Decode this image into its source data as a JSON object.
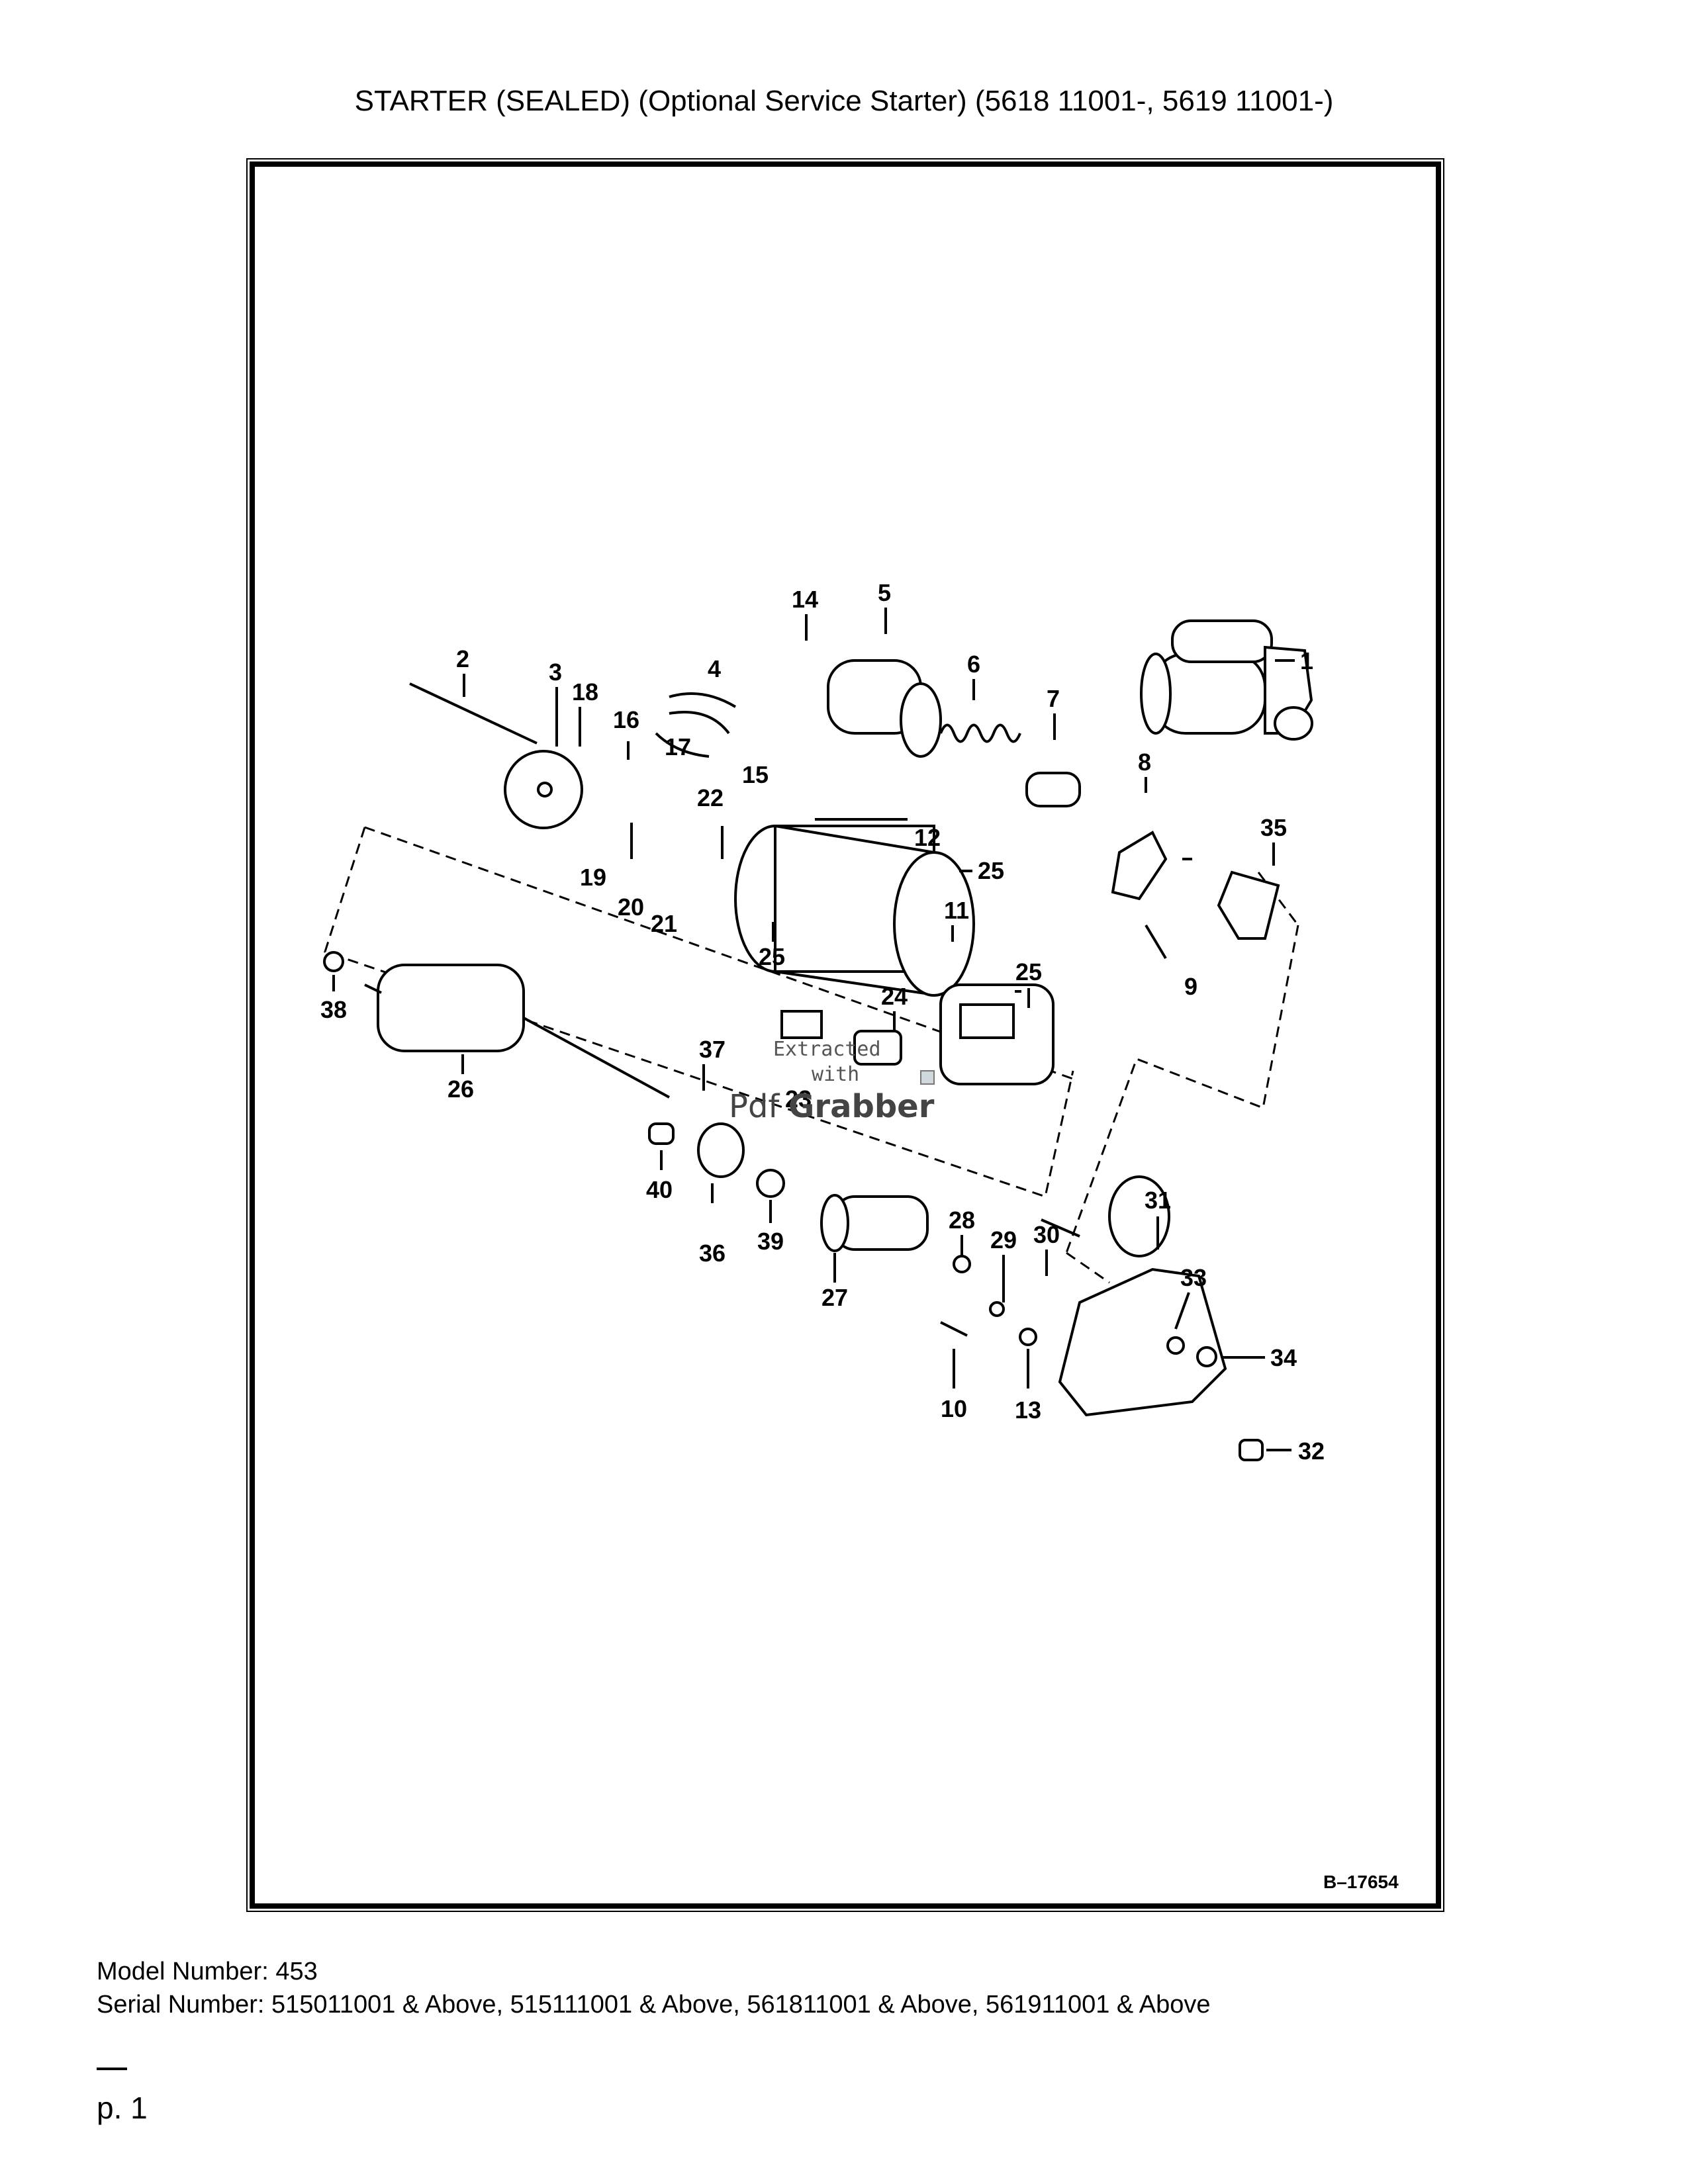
{
  "page": {
    "title": "STARTER (SEALED) (Optional Service Starter) (5618 11001-, 5619 11001-)",
    "model_number": "Model Number: 453",
    "serial_number": "Serial Number: 515011001 & Above, 515111001 & Above, 561811001 & Above, 561911001 & Above",
    "page_label": "p. 1"
  },
  "diagram": {
    "reference": "B–17654",
    "watermark": {
      "line1": "Extracted",
      "line2": "with",
      "brand_pdf": "Pdf",
      "brand_grabber": "Grabber",
      "icon": "pdfgrabber-logo-icon"
    },
    "callouts": {
      "c1": "1",
      "c2": "2",
      "c3": "3",
      "c4": "4",
      "c5": "5",
      "c6": "6",
      "c7": "7",
      "c8": "8",
      "c9": "9",
      "c10": "10",
      "c11": "11",
      "c12": "12",
      "c13": "13",
      "c14": "14",
      "c15": "15",
      "c16": "16",
      "c17": "17",
      "c18": "18",
      "c19": "19",
      "c20": "20",
      "c21": "21",
      "c22": "22",
      "c23": "23",
      "c24": "24",
      "c25a": "25",
      "c25b": "25",
      "c25c": "25",
      "c26": "26",
      "c27": "27",
      "c28": "28",
      "c29": "29",
      "c30": "30",
      "c31": "31",
      "c32": "32",
      "c33": "33",
      "c34": "34",
      "c35": "35",
      "c36": "36",
      "c37": "37",
      "c38": "38",
      "c39": "39",
      "c40": "40"
    }
  }
}
